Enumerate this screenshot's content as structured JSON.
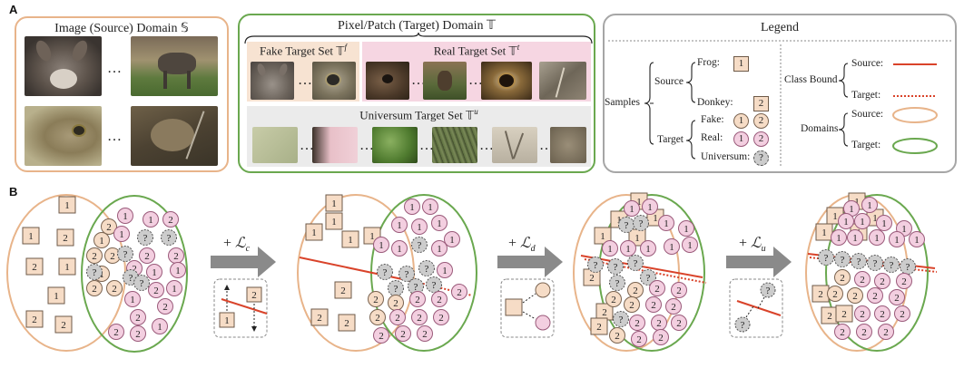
{
  "labels": {
    "a": "A",
    "b": "B"
  },
  "source_panel": {
    "title": "Image (Source) Domain 𝕊",
    "ellipsis": "…"
  },
  "target_panel": {
    "title": "Pixel/Patch (Target) Domain 𝕋",
    "fake": {
      "title_main": "Fake Target Set 𝕋",
      "title_sup": "f"
    },
    "real": {
      "title_main": "Real Target Set 𝕋",
      "title_sup": "t"
    },
    "universum": {
      "title_main": "Universum Target Set 𝕋",
      "title_sup": "u"
    },
    "ellipsis": "…"
  },
  "legend": {
    "title": "Legend",
    "samples": "Samples",
    "source": "Source",
    "frog": "Frog:",
    "donkey": "Donkey:",
    "target": "Target",
    "fake": "Fake:",
    "real": "Real:",
    "universum": "Universum:",
    "class_bound": "Class Bound",
    "cb_source": "Source:",
    "cb_target": "Target:",
    "domains": "Domains",
    "dom_source": "Source:",
    "dom_target": "Target:",
    "mark_1": "1",
    "mark_2": "2",
    "mark_q": "?"
  },
  "losses": {
    "plus": "+",
    "symbol": "ℒ",
    "c": "c",
    "d": "d",
    "u": "u"
  },
  "colors": {
    "source_domain": "#e8b48a",
    "target_domain": "#6aa84f",
    "source_fill": "#f6dcc6",
    "target_fill": "#f3cfe0",
    "universum_fill": "#cccccc",
    "class_bound": "#d9432a",
    "arrow": "#8a8a8a",
    "legend_border": "#a6a6a6"
  }
}
